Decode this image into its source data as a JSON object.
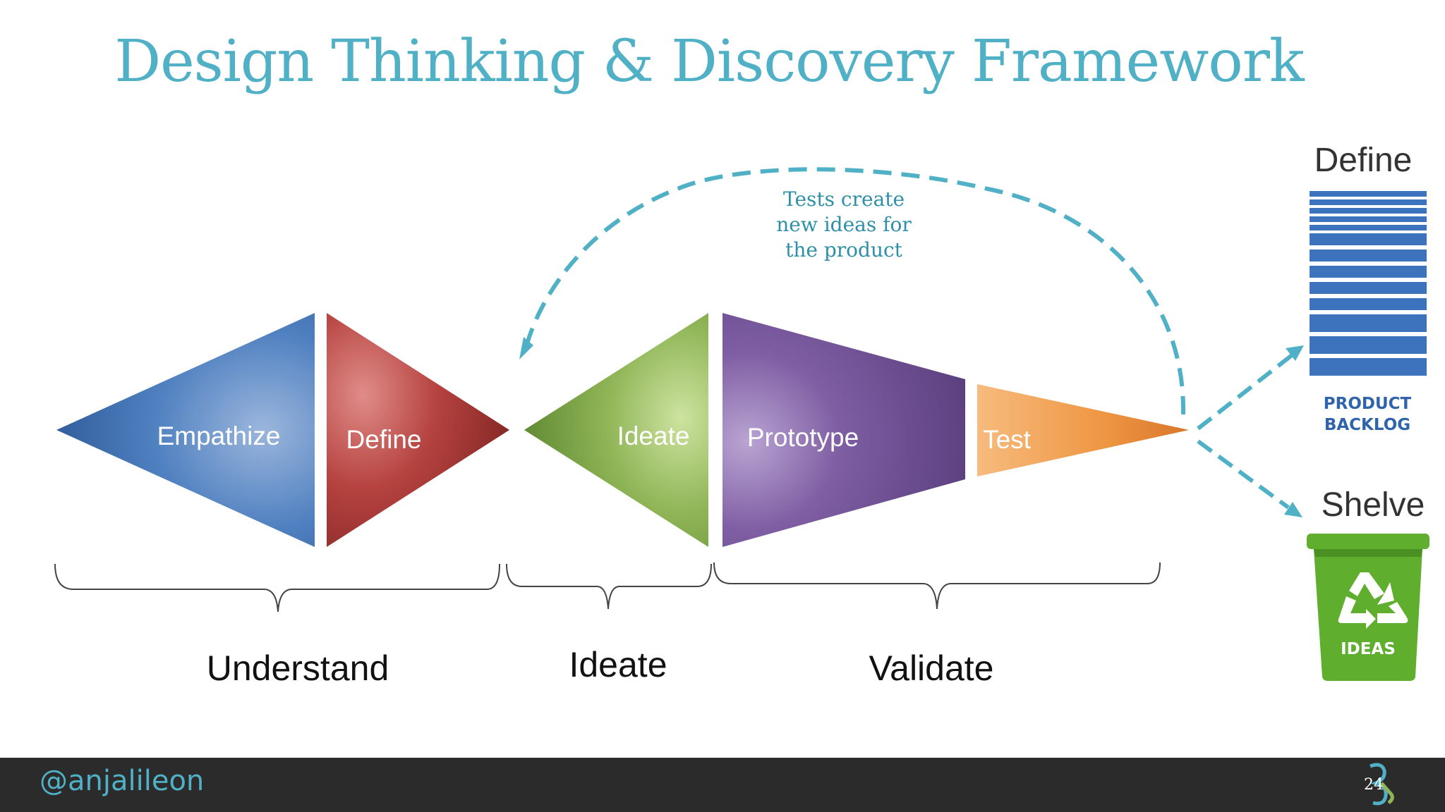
{
  "title": "Design Thinking & Discovery Framework",
  "stages": {
    "empathize": "Empathize",
    "define": "Define",
    "ideate": "Ideate",
    "prototype": "Prototype",
    "test": "Test"
  },
  "phases": {
    "understand": "Understand",
    "ideate": "Ideate",
    "validate": "Validate"
  },
  "feedback_note": [
    "Tests create",
    "new ideas for",
    "the product"
  ],
  "outcomes": {
    "define_label": "Define",
    "backlog_label": [
      "PRODUCT",
      "BACKLOG"
    ],
    "shelve_label": "Shelve",
    "bin_label": "IDEAS"
  },
  "footer": {
    "handle": "@anjalileon",
    "slide_number": "24"
  },
  "colors": {
    "title": "#4fb0c6",
    "empathize": "#4a78b8",
    "define": "#b5423f",
    "ideate": "#8fb556",
    "prototype": "#7f5ea3",
    "test": "#ef9a45",
    "backlog": "#3d73bd",
    "bin": "#5fae2e",
    "arrows": "#4fb0c6"
  },
  "icons": [
    "recycle-icon",
    "trash-bin-icon",
    "dashed-curved-arrow-icon"
  ]
}
